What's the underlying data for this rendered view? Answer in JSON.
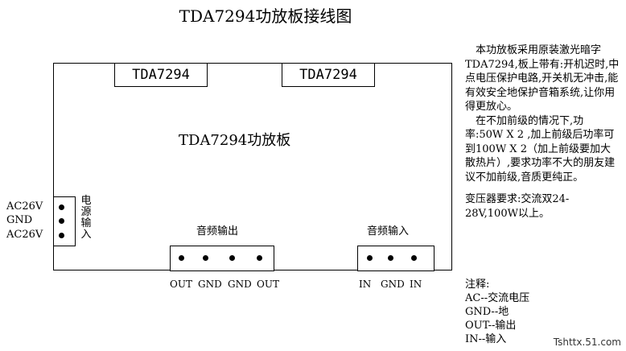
{
  "title": "TDA7294功放板接线图",
  "board": {
    "label": "TDA7294功放板",
    "chip_left": "TDA7294",
    "chip_right": "TDA7294"
  },
  "power": {
    "title": "电源输入",
    "pins": [
      "AC26V",
      "GND",
      "AC26V"
    ]
  },
  "audio_out": {
    "title": "音频输出",
    "pins": [
      "OUT",
      "GND",
      "GND",
      "OUT"
    ]
  },
  "audio_in": {
    "title": "音频输入",
    "pins": [
      "IN",
      "GND",
      "IN"
    ]
  },
  "description": {
    "p1": "本功放板采用原装激光暗字TDA7294,板上带有:开机迟时,中点电压保护电路,开关机无冲击,能有效安全地保护音箱系统,让你用得更放心。",
    "p2": "在不加前级的情况下,功率:50W X 2 ,加上前级后功率可到100W X 2（加上前级要加大散热片）,要求功率不大的朋友建议不加前级,音质更纯正。",
    "p3": "变压器要求:交流双24-28V,100W以上。"
  },
  "notes": {
    "title": "注释:",
    "items": [
      "AC--交流电压",
      "GND--地",
      "OUT--输出",
      "IN--输入"
    ]
  },
  "watermark": "Tshttx.51.com"
}
